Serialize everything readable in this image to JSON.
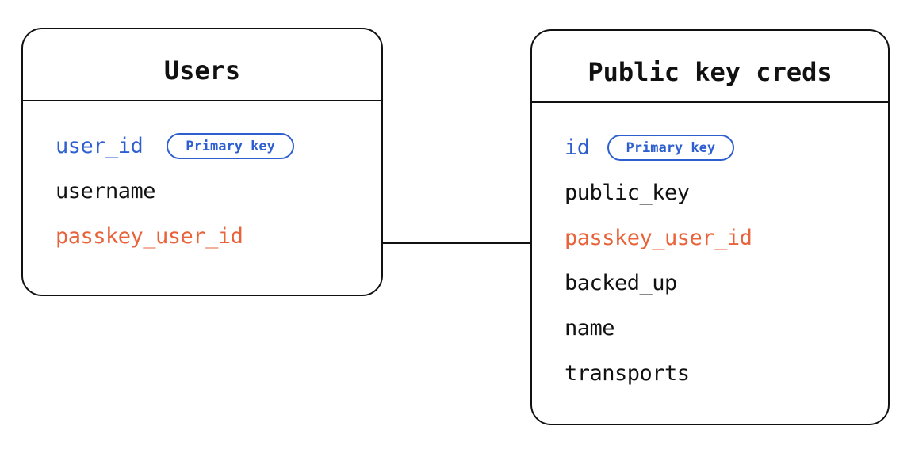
{
  "diagram": {
    "type": "entity-relationship",
    "title": "",
    "background_color": "#ffffff",
    "colors": {
      "border": "#111111",
      "text": "#111111",
      "primary_key": "#2E5FD0",
      "foreign_key": "#E8623A",
      "badge_border": "#2E5FD0"
    },
    "badge_labels": {
      "primary_key": "Primary key"
    },
    "entities": [
      {
        "id": "users",
        "title": "Users",
        "attributes": [
          {
            "name": "user_id",
            "role": "primary",
            "badge": "Primary key"
          },
          {
            "name": "username",
            "role": "plain",
            "badge": ""
          },
          {
            "name": "passkey_user_id",
            "role": "foreign",
            "badge": ""
          }
        ]
      },
      {
        "id": "pkcreds",
        "title": "Public key creds",
        "attributes": [
          {
            "name": "id",
            "role": "primary",
            "badge": "Primary key"
          },
          {
            "name": "public_key",
            "role": "plain",
            "badge": ""
          },
          {
            "name": "passkey_user_id",
            "role": "foreign",
            "badge": ""
          },
          {
            "name": "backed_up",
            "role": "plain",
            "badge": ""
          },
          {
            "name": "name",
            "role": "plain",
            "badge": ""
          },
          {
            "name": "transports",
            "role": "plain",
            "badge": ""
          }
        ]
      }
    ],
    "relationships": [
      {
        "id": "users-pkcreds",
        "from_entity": "users",
        "from_attribute": "passkey_user_id",
        "to_entity": "pkcreds",
        "to_attribute": "passkey_user_id",
        "style": "solid-line"
      }
    ]
  }
}
